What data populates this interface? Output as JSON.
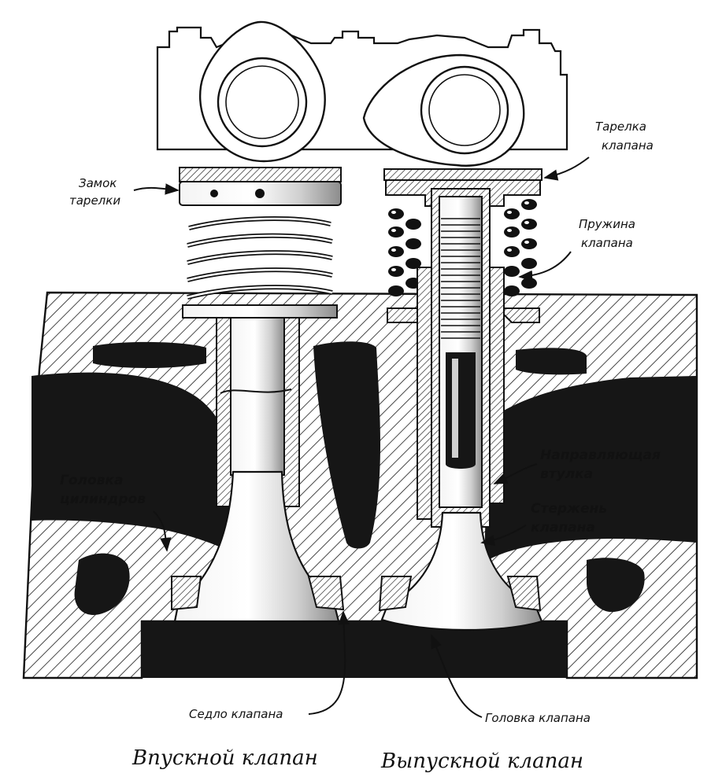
{
  "labels": {
    "tarelka_klapana": [
      "Тарелка",
      "клапана"
    ],
    "zamok_tarelki": [
      "Замок",
      "тарелки"
    ],
    "pruzhina_klapana": [
      "Пружина",
      "клапана"
    ],
    "napravlyayushchaya_vtulka": [
      "Направляющая",
      "втулка"
    ],
    "sterzhen_klapana": [
      "Стержень",
      "клапана"
    ],
    "golovka_tsilindrov": [
      "Головка",
      "цилиндров"
    ],
    "sedlo_klapana": "Седло клапана",
    "golovka_klapana": "Головка клапана"
  },
  "captions": {
    "intake": "Впускной клапан",
    "exhaust": "Выпускной клапан"
  }
}
